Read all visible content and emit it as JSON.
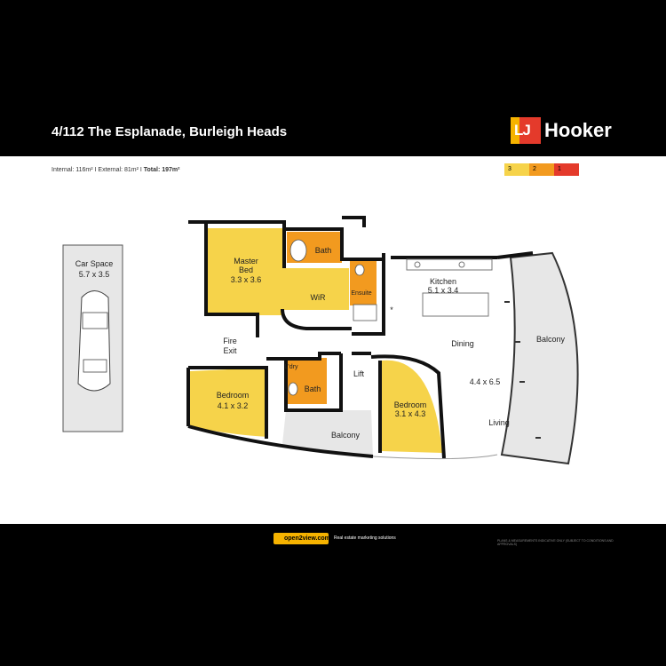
{
  "header": {
    "title": "4/112 The Esplanade, Burleigh Heads",
    "brand": {
      "mark": "LJ",
      "name": "Hooker"
    }
  },
  "area_summary": {
    "text": "Internal: 116m² I External: 81m² I ",
    "total": "Total: 197m²"
  },
  "legend": [
    {
      "label": "3",
      "color": "#f6d34a"
    },
    {
      "label": "2",
      "color": "#f29a1f"
    },
    {
      "label": "1",
      "color": "#e43a2b"
    }
  ],
  "rooms": {
    "car_space": {
      "name": "Car Space",
      "size": "5.7 x 3.5"
    },
    "master_bed": {
      "name1": "Master",
      "name2": "Bed",
      "size": "3.3 x 3.6"
    },
    "bath_top": {
      "name": "Bath"
    },
    "wir": {
      "name": "WiR"
    },
    "ensuite": {
      "name": "Ensuite"
    },
    "kitchen": {
      "name": "Kitchen",
      "size": "5.1 x 3.4"
    },
    "dining": {
      "name": "Dining"
    },
    "living": {
      "name": "Living",
      "size": "4.4 x 6.5"
    },
    "balcony_right": {
      "name": "Balcony"
    },
    "fire_exit": {
      "name1": "Fire",
      "name2": "Exit"
    },
    "lift": {
      "name": "Lift"
    },
    "ldry": {
      "name": "L'dry"
    },
    "bath_mid": {
      "name": "Bath"
    },
    "bedroom_left": {
      "name": "Bedroom",
      "size": "4.1 x 3.2"
    },
    "bedroom_right": {
      "name": "Bedroom",
      "size": "3.1 x 4.3"
    },
    "balcony_bottom": {
      "name": "Balcony"
    }
  },
  "footer": {
    "brand": "open2view.com",
    "tagline": "Real estate marketing solutions",
    "disclaimer": "PLANS & MEASUREMENTS INDICATIVE ONLY (SUBJECT TO CONDITIONS AND APPROVALS)"
  },
  "colors": {
    "bedroom_fill": "#f6d34a",
    "wet_area_fill": "#f29a1f",
    "outdoor_fill": "#e7e7e7"
  }
}
